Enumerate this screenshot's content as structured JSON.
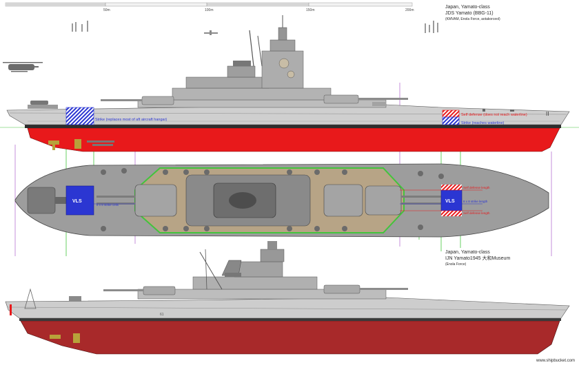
{
  "scale": {
    "labels": [
      "50m",
      "100m",
      "150m",
      "200m"
    ]
  },
  "credits": {
    "modern": {
      "line1": "Japan, Yamato-class",
      "line2": "JDS Yamato (BBG-11)",
      "line3": "(KMVAM, Enola Force, aotakorceol)"
    },
    "historic": {
      "line1": "Japan, Yamato-class",
      "line2": "IJN Yamato1945 大和Museum",
      "line3": "(Enola Force)"
    }
  },
  "annotations": {
    "strike_aft": "Strike (replaces most of aft aircraft hangar)",
    "self_defense": "Self defense (does not reach waterline)",
    "strike_bow": "Strike (reaches waterline)",
    "vls_aft": "VLS",
    "vls_fwd": "VLS",
    "strike_cells": "8 x 8 strike cells",
    "strike_length": "8 x 8 strike length",
    "self_def_length_top": "Self defense length",
    "self_def_length_bot": "Self defense length",
    "hull_mark": "II",
    "hull_mark_historic": "61"
  },
  "footer": {
    "watermark": "www.shipbucket.com"
  },
  "colors": {
    "hull_red": "#e8191b",
    "hull_gray": "#c9c9c9",
    "deck_wood": "#b7a486",
    "deck_gray": "#9c9c9c",
    "vls_blue": "#2b36d2",
    "green_line": "#42c43c",
    "purple_line": "#b873d2",
    "historic_red": "#a8292a"
  }
}
